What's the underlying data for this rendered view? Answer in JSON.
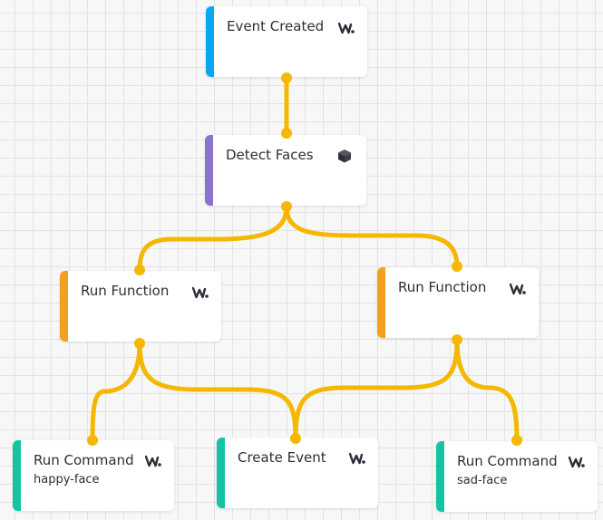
{
  "colors": {
    "trigger": "#0aa6f0",
    "detect": "#8a72cf",
    "function": "#f2a11f",
    "command": "#15c3a4",
    "edge": "#f5b800",
    "icon": "#2e2e38"
  },
  "nodes": {
    "event_created": {
      "title": "Event Created",
      "icon": "w-logo-icon"
    },
    "detect_faces": {
      "title": "Detect Faces",
      "icon": "cube-icon"
    },
    "run_function_left": {
      "title": "Run Function",
      "icon": "w-logo-icon"
    },
    "run_function_right": {
      "title": "Run Function",
      "icon": "w-logo-icon"
    },
    "run_command_happy": {
      "title": "Run Command",
      "subtitle": "happy-face",
      "icon": "w-logo-icon"
    },
    "create_event": {
      "title": "Create Event",
      "icon": "w-logo-icon"
    },
    "run_command_sad": {
      "title": "Run Command",
      "subtitle": "sad-face",
      "icon": "w-logo-icon"
    }
  }
}
